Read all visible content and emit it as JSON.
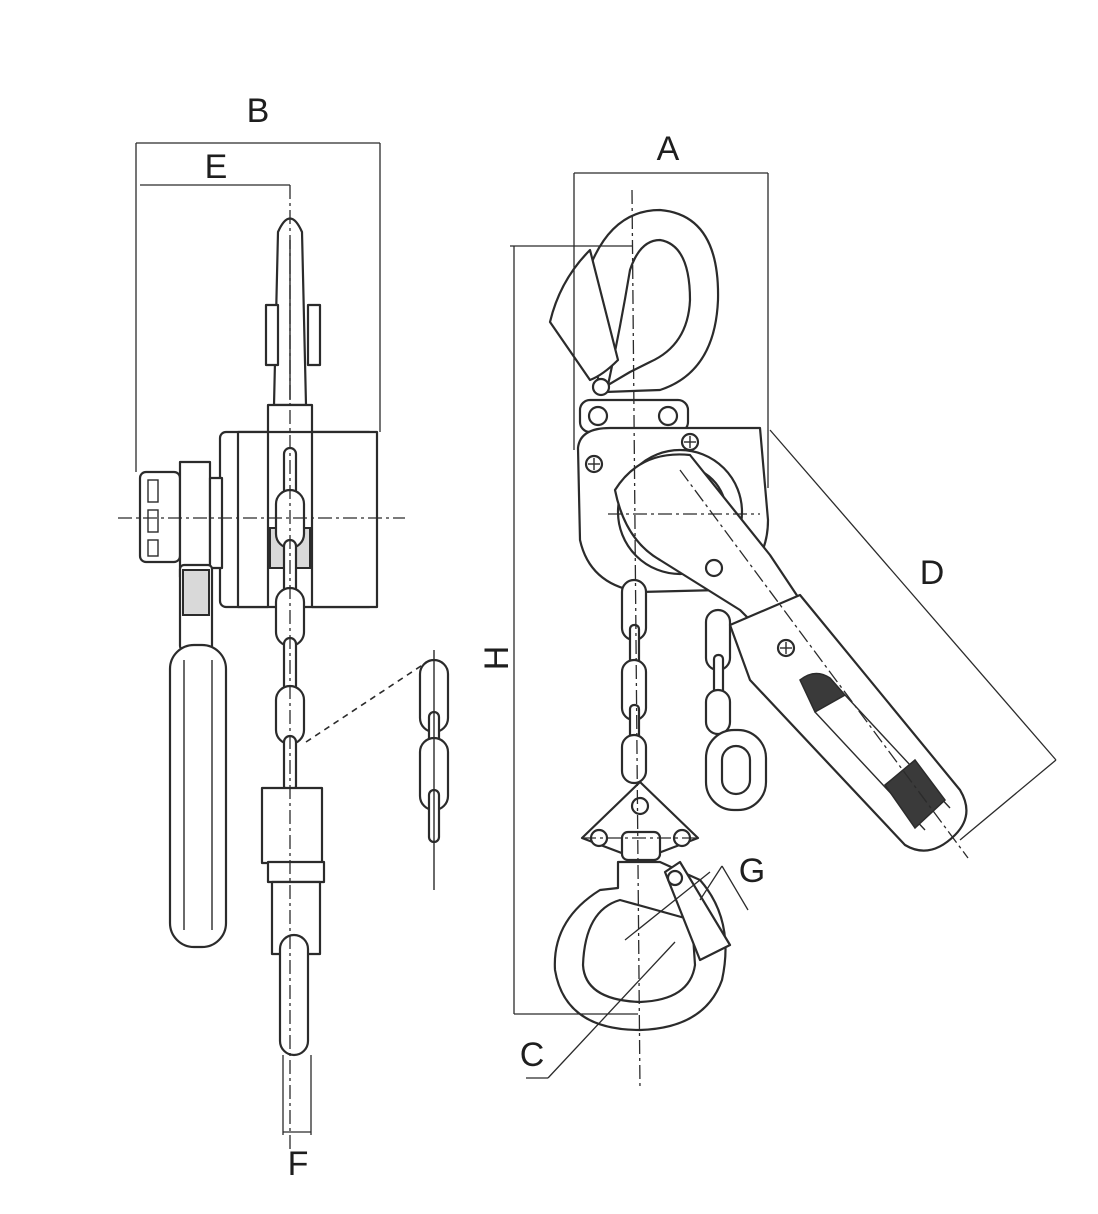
{
  "dimension_labels": {
    "A": "A",
    "B": "B",
    "C": "C",
    "D": "D",
    "E": "E",
    "F": "F",
    "G": "G",
    "H": "H"
  },
  "colors": {
    "line": "#2b2b2b",
    "background": "#ffffff",
    "fill": "#d9d9d9"
  }
}
